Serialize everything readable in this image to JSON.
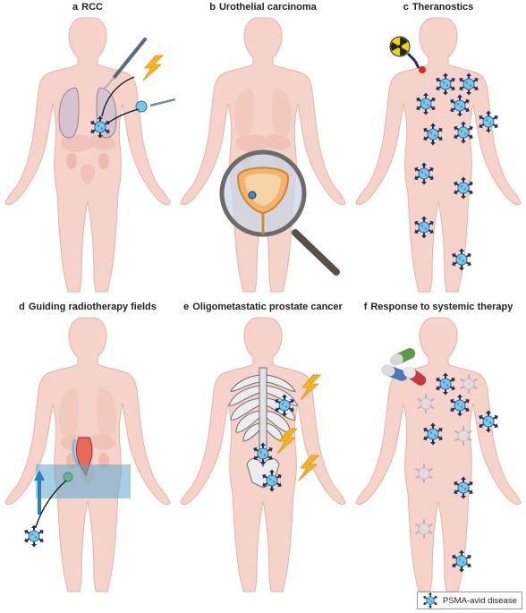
{
  "panels": [
    {
      "letter": "a",
      "title": "RCC"
    },
    {
      "letter": "b",
      "title": "Urothelial carcinoma"
    },
    {
      "letter": "c",
      "title": "Theranostics"
    },
    {
      "letter": "d",
      "title": "Guiding radiotherapy fields"
    },
    {
      "letter": "e",
      "title": "Oligometastatic prostate cancer"
    },
    {
      "letter": "f",
      "title": "Response to systemic therapy"
    }
  ],
  "legend": {
    "label": "PSMA-avid disease"
  },
  "colors": {
    "skin": "#f5d3cb",
    "organ": "#edbdb2",
    "lesion_fill": "#7cc6ea",
    "lesion_spike": "#1f2f4f",
    "lesion_faded": "#c6cfdb",
    "bolt": "#f5b324",
    "arrow": "#1a1a1a",
    "radiation_field": "#5aa7cf",
    "lung": "#d0bac8",
    "bladder": "#f0a64e",
    "skeleton": "#e8e8e8",
    "radiation_symbol": "#f5d300"
  },
  "icons": [
    "lesion-icon",
    "lightning-bolt-icon",
    "magnifying-glass-icon",
    "radiation-icon",
    "pill-icon",
    "needle-probe-icon",
    "cryoprobe-icon",
    "arrow-up-icon",
    "ribcage-icon"
  ]
}
